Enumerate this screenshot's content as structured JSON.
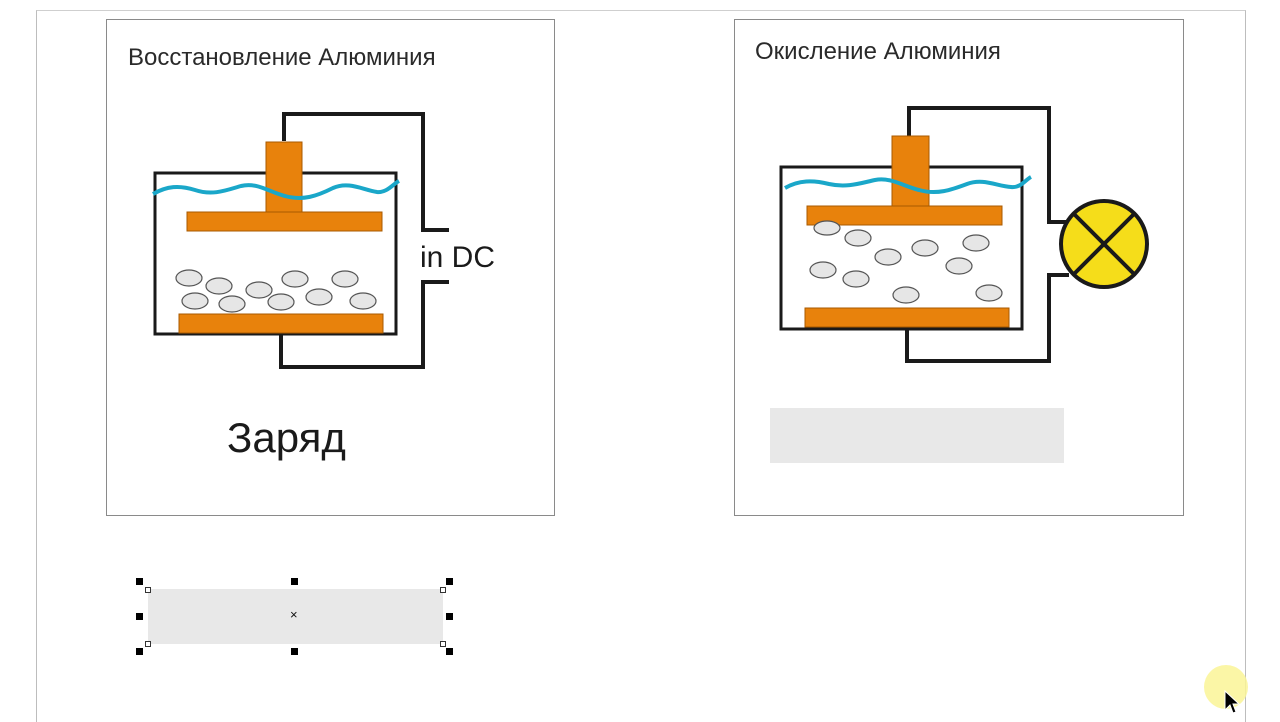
{
  "panels": {
    "left": {
      "title": "Восстановление Алюминия",
      "power_label": "in DC",
      "caption": "Заряд"
    },
    "right": {
      "title": "Окисление Алюминия",
      "load": "lamp-icon"
    }
  },
  "colors": {
    "electrode": "#e8820c",
    "electrolyte_line": "#1aa7c9",
    "particle_fill": "#e6e6e6",
    "lamp_fill": "#f5dd1a",
    "placeholder_fill": "#e8e8e8"
  },
  "selected_object": "text-box-placeholder"
}
